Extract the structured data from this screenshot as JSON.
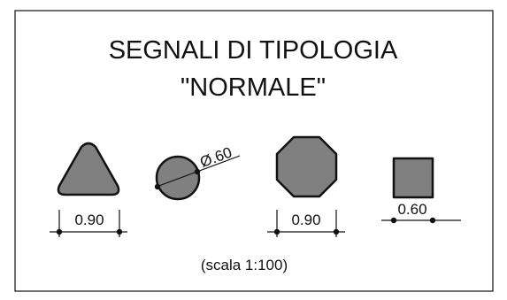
{
  "title": {
    "line1": "SEGNALI DI TIPOLOGIA",
    "line2": "\"NORMALE\""
  },
  "signs": [
    {
      "shape": "triangle",
      "dimension": "0.90"
    },
    {
      "shape": "circle",
      "dimension": "Ø.60"
    },
    {
      "shape": "octagon",
      "dimension": "0.90"
    },
    {
      "shape": "square",
      "dimension": "0.60"
    }
  ],
  "scale_note": "(scala 1:100)",
  "colors": {
    "fill": "#808080",
    "stroke": "#111111",
    "background": "#ffffff"
  }
}
